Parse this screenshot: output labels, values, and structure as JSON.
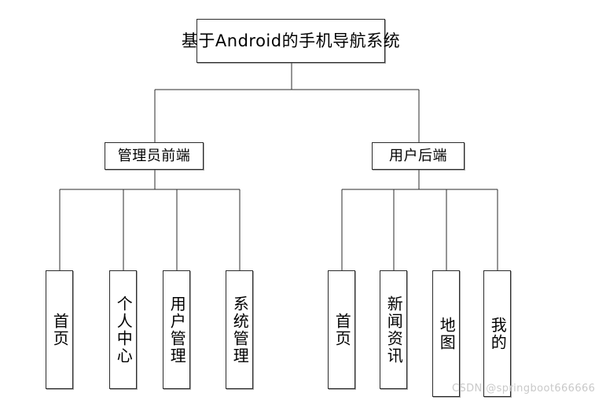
{
  "diagram": {
    "type": "tree-hierarchy",
    "root": {
      "label": "基于Android的手机导航系统"
    },
    "branches": [
      {
        "id": "admin-frontend",
        "label": "管理员前端",
        "children": [
          {
            "id": "admin-home",
            "label": "首页"
          },
          {
            "id": "admin-personal-center",
            "label": "个人中心"
          },
          {
            "id": "admin-user-management",
            "label": "用户管理"
          },
          {
            "id": "admin-system-management",
            "label": "系统管理"
          }
        ]
      },
      {
        "id": "user-backend",
        "label": "用户后端",
        "children": [
          {
            "id": "user-home",
            "label": "首页"
          },
          {
            "id": "user-news",
            "label": "新闻资讯"
          },
          {
            "id": "user-map",
            "label": "地图"
          },
          {
            "id": "user-mine",
            "label": "我的"
          }
        ]
      }
    ],
    "colors": {
      "background": "#ffffff",
      "node_border": "#2b2b2b",
      "node_fill": "#ffffff",
      "edge": "#2b2b2b",
      "text": "#000000",
      "watermark": "#c9c9c9"
    }
  },
  "watermark": {
    "text": "CSDN @springboot666666"
  }
}
